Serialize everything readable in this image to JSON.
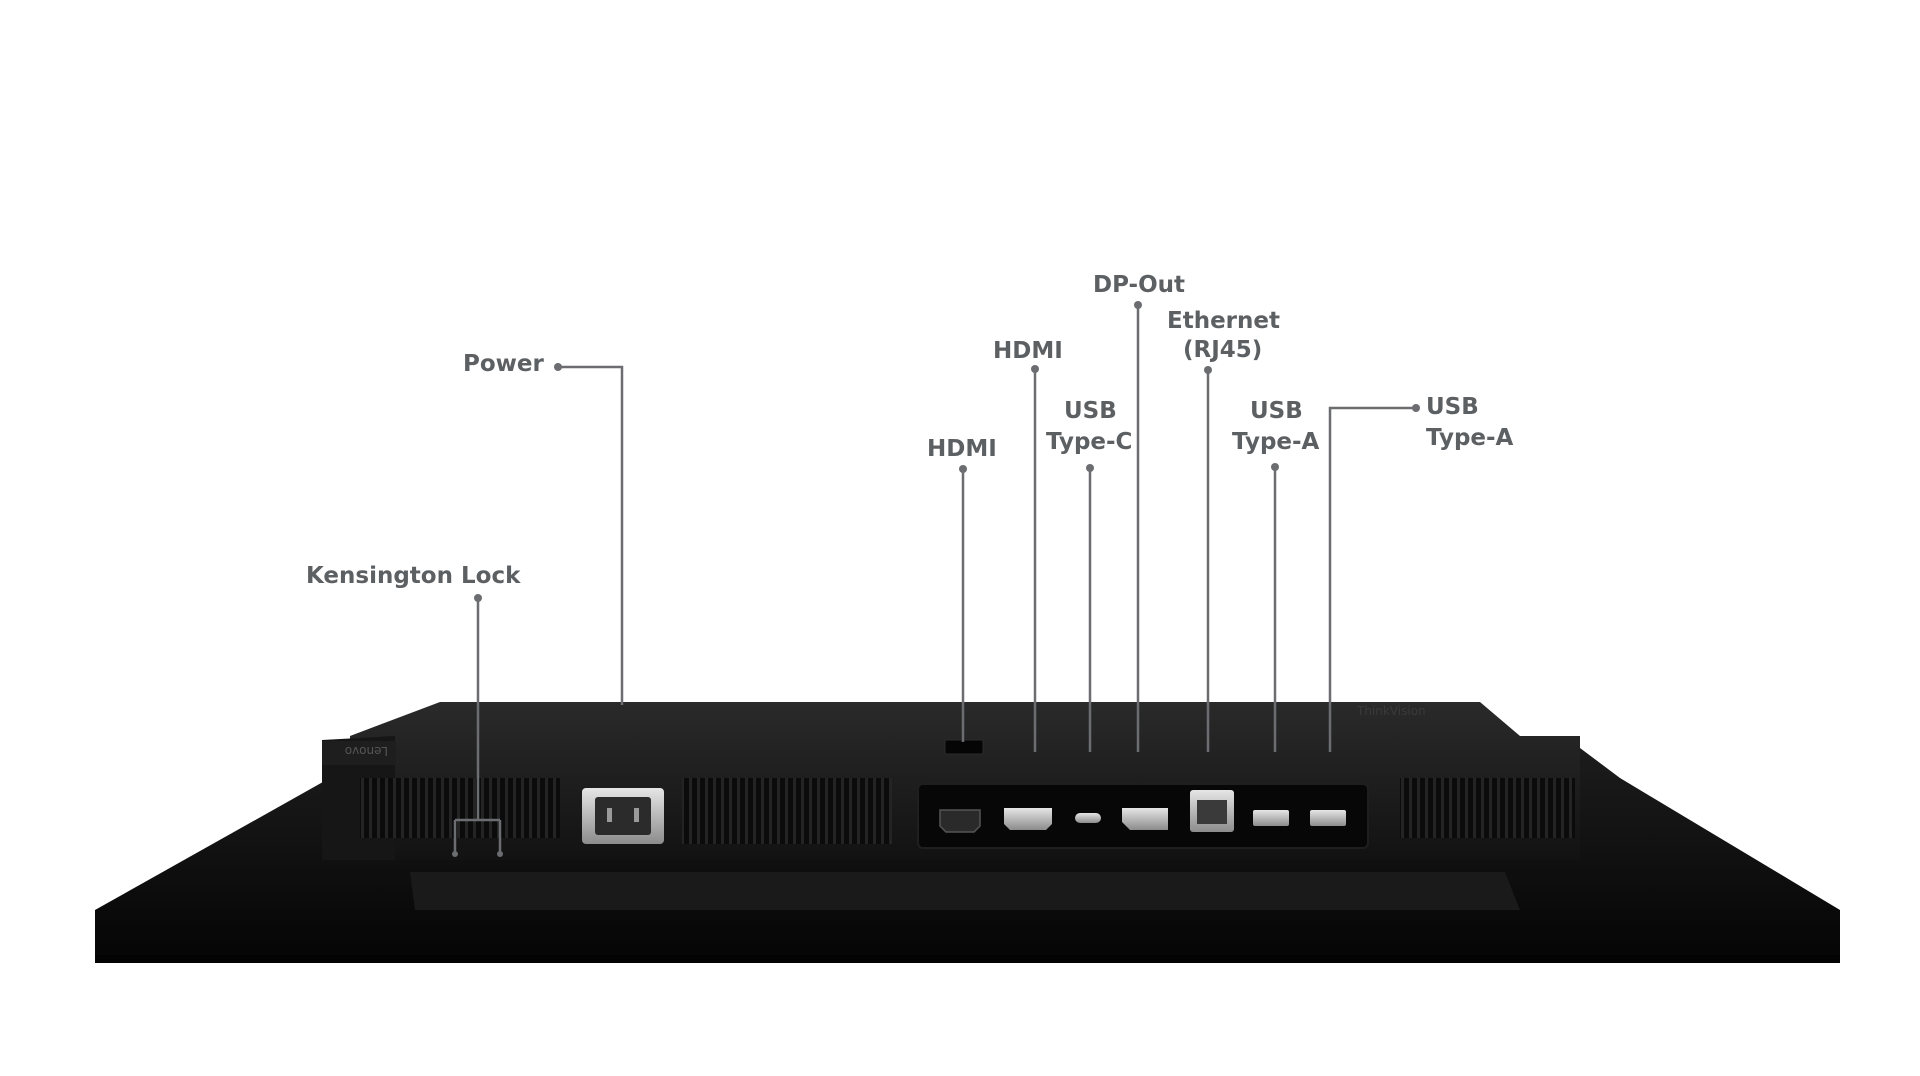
{
  "diagram": {
    "brand_text": "ThinkVision",
    "logo_text": "Lenovo",
    "labels": {
      "kensington_lock": "Kensington Lock",
      "power": "Power",
      "hdmi_1": "HDMI",
      "hdmi_2": "HDMI",
      "usb_c_line1": "USB",
      "usb_c_line2": "Type-C",
      "dp_out": "DP-Out",
      "ethernet_line1": "Ethernet",
      "ethernet_line2": "(RJ45)",
      "usb_a1_line1": "USB",
      "usb_a1_line2": "Type-A",
      "usb_a2_line1": "USB",
      "usb_a2_line2": "Type-A"
    },
    "colors": {
      "label_text": "#5d6063",
      "leader_line": "#6b6d70",
      "monitor_body": "#111111",
      "port_panel": "#0a0a0a",
      "port_metal": "#c8c8c8"
    }
  }
}
